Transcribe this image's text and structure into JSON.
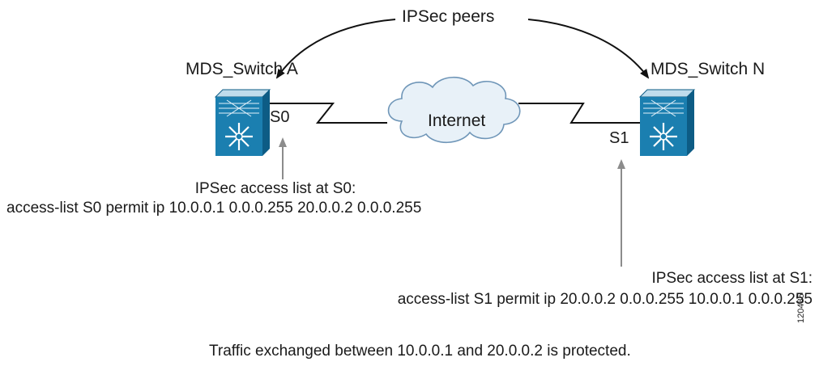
{
  "labels": {
    "peers": "IPSec peers",
    "switch_a": "MDS_Switch A",
    "switch_n": "MDS_Switch N",
    "port_s0": "S0",
    "port_s1": "S1",
    "internet": "Internet",
    "acl_s0_title": "IPSec access list at S0:",
    "acl_s0_rule": "access-list S0 permit ip 10.0.0.1 0.0.0.255 20.0.0.2 0.0.0.255",
    "acl_s1_title": "IPSec access list at S1:",
    "acl_s1_rule": "access-list S1 permit ip 20.0.0.2 0.0.0.255 10.0.0.1 0.0.0.255",
    "footer": "Traffic exchanged between 10.0.0.1 and 20.0.0.2 is protected.",
    "figure_id": "120485"
  },
  "colors": {
    "switch_front": "#1b7fb0",
    "switch_top": "#bfdcec",
    "switch_side": "#0d5c85",
    "line": "#111111",
    "arrow_gray": "#9a9a9a",
    "cloud_fill": "#e8f1f8",
    "cloud_stroke": "#6f96b8"
  }
}
